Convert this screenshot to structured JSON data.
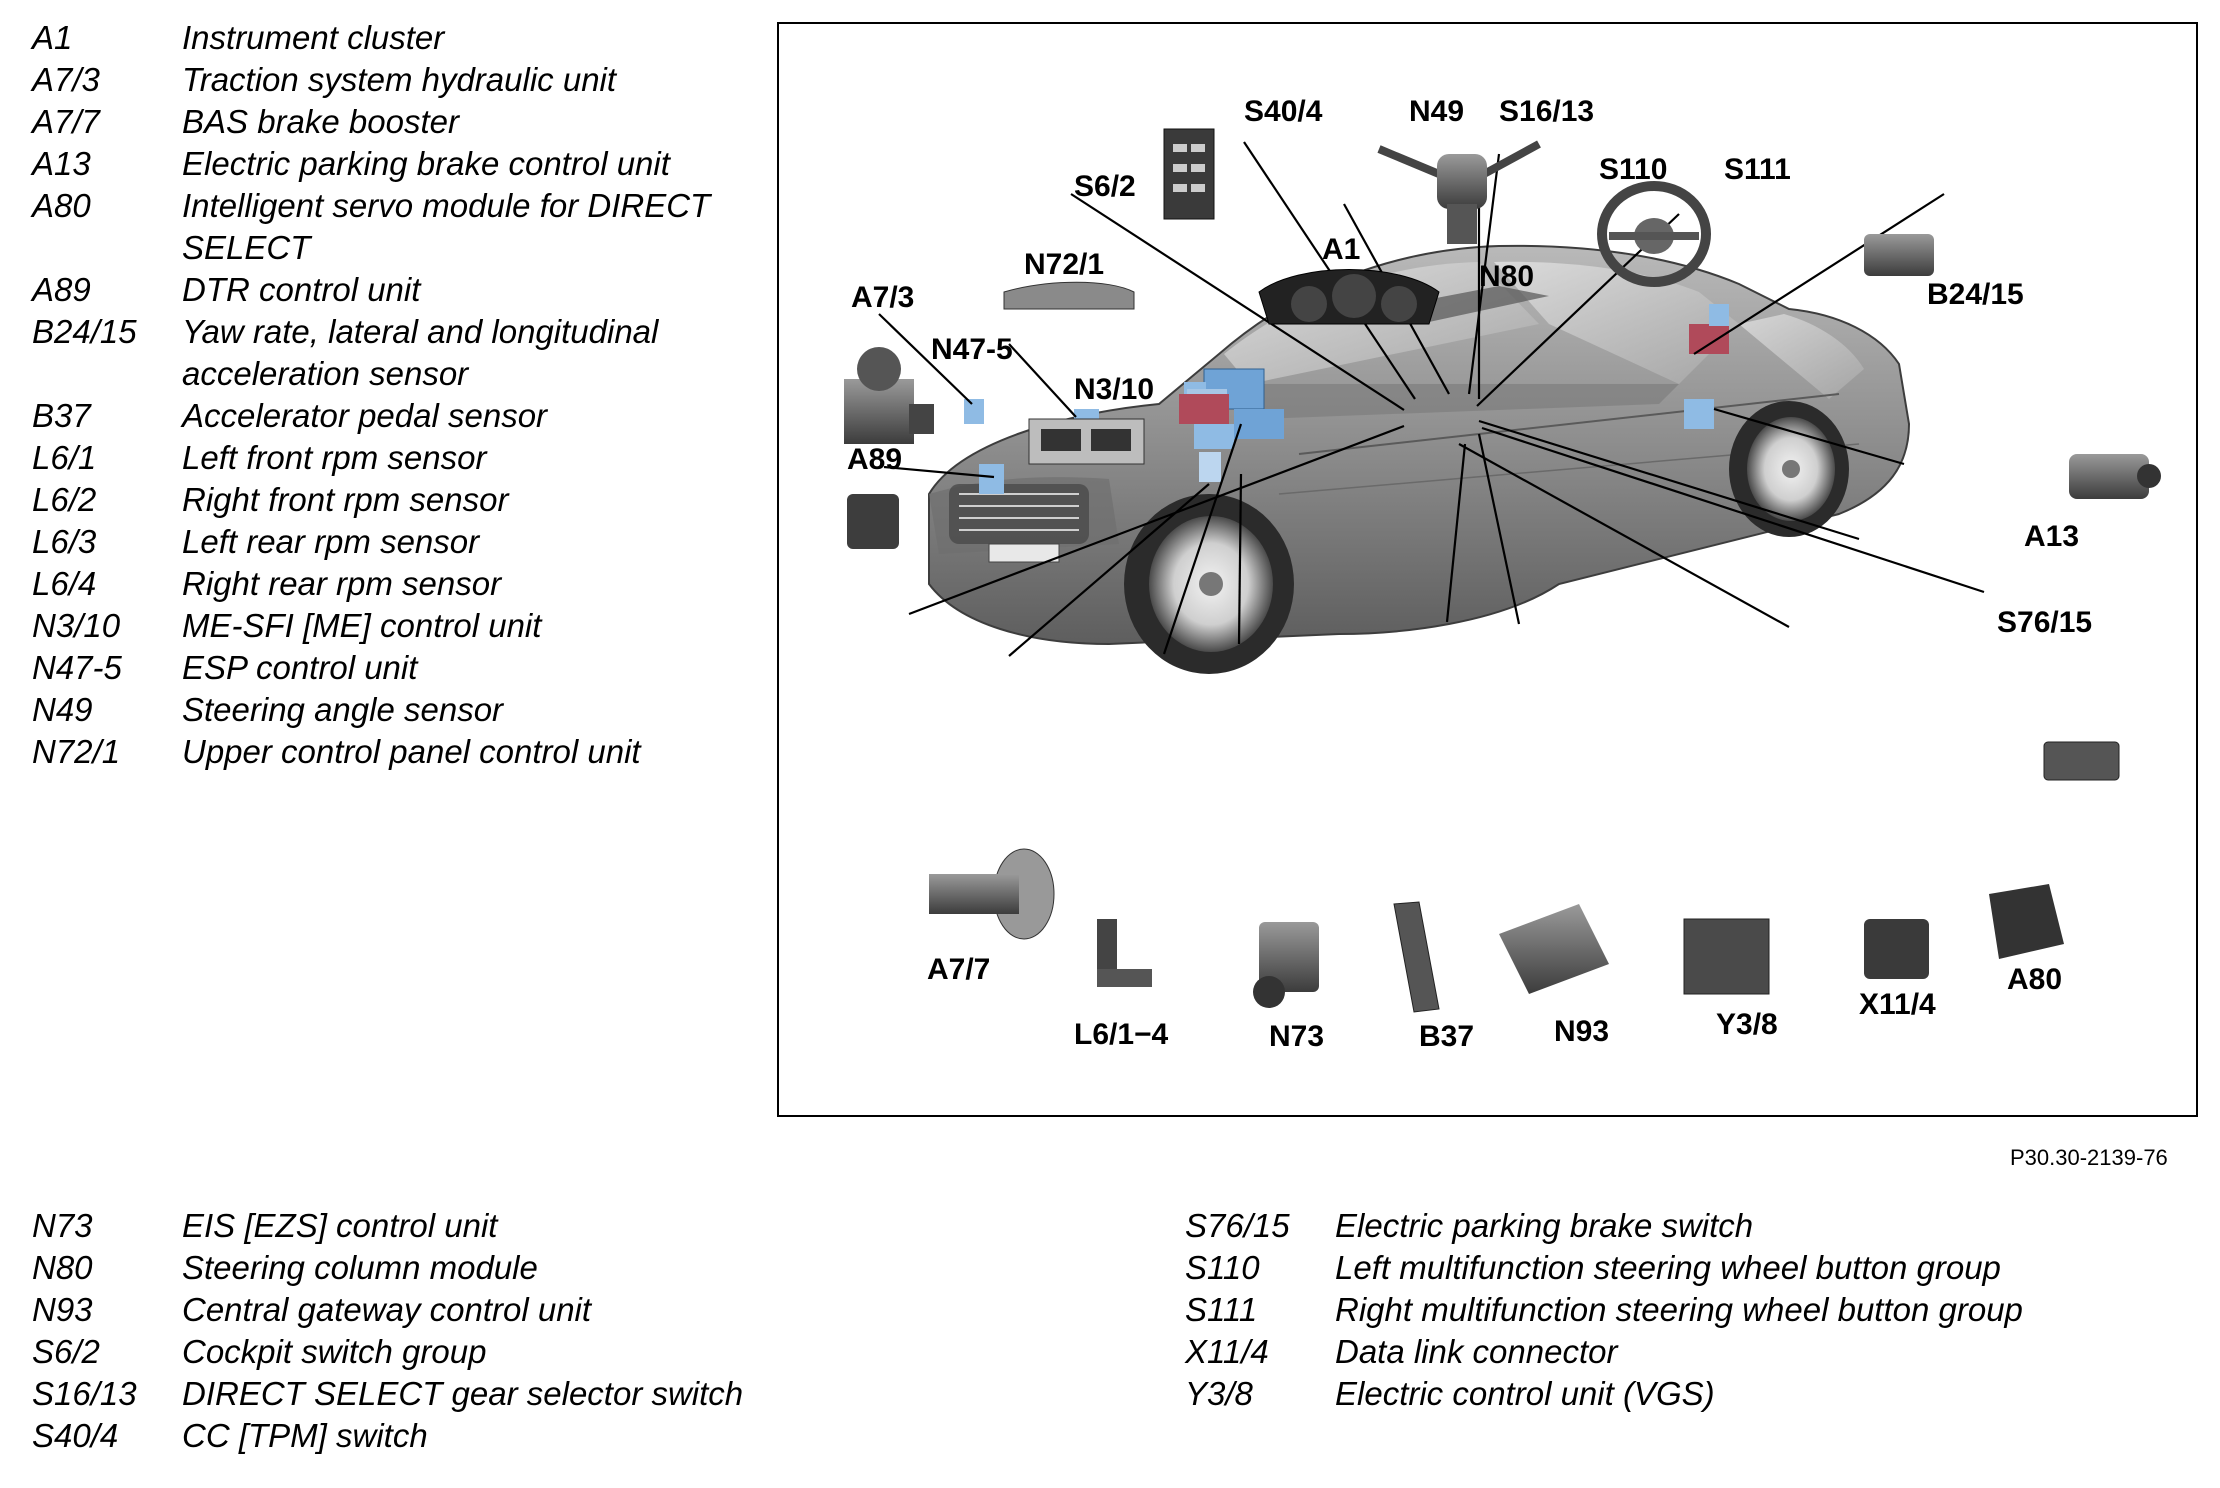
{
  "legend_top": [
    {
      "code": "A1",
      "desc": "Instrument cluster"
    },
    {
      "code": "A7/3",
      "desc": "Traction system hydraulic unit"
    },
    {
      "code": "A7/7",
      "desc": "BAS brake booster"
    },
    {
      "code": "A13",
      "desc": "Electric parking brake control unit"
    },
    {
      "code": "A80",
      "desc": "Intelligent servo module for DIRECT SELECT"
    },
    {
      "code": "A89",
      "desc": "DTR control unit"
    },
    {
      "code": "B24/15",
      "desc": "Yaw rate, lateral and longitudinal acceleration sensor"
    },
    {
      "code": "B37",
      "desc": "Accelerator pedal sensor"
    },
    {
      "code": "L6/1",
      "desc": "Left front rpm sensor"
    },
    {
      "code": "L6/2",
      "desc": "Right front rpm sensor"
    },
    {
      "code": "L6/3",
      "desc": "Left rear rpm sensor"
    },
    {
      "code": "L6/4",
      "desc": "Right rear rpm sensor"
    },
    {
      "code": "N3/10",
      "desc": "ME-SFI [ME] control unit"
    },
    {
      "code": "N47-5",
      "desc": "ESP control unit"
    },
    {
      "code": "N49",
      "desc": "Steering angle sensor"
    },
    {
      "code": "N72/1",
      "desc": "Upper control panel control unit"
    }
  ],
  "legend_bottom_left": [
    {
      "code": "N73",
      "desc": "EIS [EZS] control unit"
    },
    {
      "code": "N80",
      "desc": "Steering column module"
    },
    {
      "code": "N93",
      "desc": "Central gateway control unit"
    },
    {
      "code": "S6/2",
      "desc": "Cockpit switch group"
    },
    {
      "code": "S16/13",
      "desc": "DIRECT SELECT gear selector switch"
    },
    {
      "code": "S40/4",
      "desc": "CC [TPM] switch"
    }
  ],
  "legend_bottom_right": [
    {
      "code": "S76/15",
      "desc": "Electric parking brake switch"
    },
    {
      "code": "S110",
      "desc": "Left multifunction steering wheel button group"
    },
    {
      "code": "S111",
      "desc": "Right multifunction steering wheel button group"
    },
    {
      "code": "X11/4",
      "desc": "Data link connector"
    },
    {
      "code": "Y3/8",
      "desc": "Electric control unit (VGS)"
    }
  ],
  "callouts": {
    "s40_4": "S40/4",
    "n49": "N49",
    "s16_13": "S16/13",
    "s6_2": "S6/2",
    "s110": "S110",
    "s111": "S111",
    "n72_1": "N72/1",
    "a1": "A1",
    "n80": "N80",
    "a7_3": "A7/3",
    "b24_15": "B24/15",
    "n47_5": "N47-5",
    "n3_10": "N3/10",
    "a89": "A89",
    "a13": "A13",
    "s76_15": "S76/15",
    "a7_7": "A7/7",
    "a80": "A80",
    "x11_4": "X11/4",
    "l6_1_4": "L6/1−4",
    "n73": "N73",
    "b37": "B37",
    "n93": "N93",
    "y3_8": "Y3/8"
  },
  "reference_code": "P30.30-2139-76",
  "colors": {
    "car_body": "#8c8c8c",
    "module_highlight": "#6fa3d6",
    "module_red": "#b04a5a",
    "part_gray": "#5a5a5a"
  }
}
